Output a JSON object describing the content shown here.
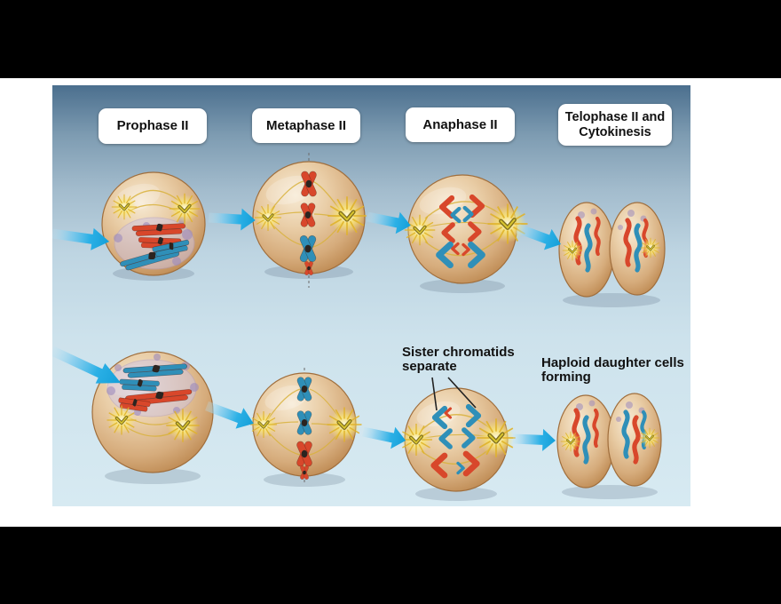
{
  "figure": {
    "stages": [
      {
        "label": "Prophase II"
      },
      {
        "label": "Metaphase II"
      },
      {
        "label": "Anaphase II"
      },
      {
        "label": "Telophase II and",
        "label2": "Cytokinesis"
      }
    ],
    "annotations": {
      "sister_line1": "Sister chromatids",
      "sister_line2": "separate",
      "haploid_line1": "Haploid daughter cells",
      "haploid_line2": "forming"
    }
  },
  "colors": {
    "background": "#000000",
    "card": "#ffffff",
    "panel_top": "#4b6f8e",
    "panel_bottom": "#d7eaf2",
    "arrow": "#1fa9e2",
    "chromatid_red": "#d8472b",
    "chromatid_blue": "#2f8fb8",
    "spindle": "#d8b13c",
    "cell_body": "#d9b68c",
    "nucleus_lavender": "#cec4e4"
  }
}
